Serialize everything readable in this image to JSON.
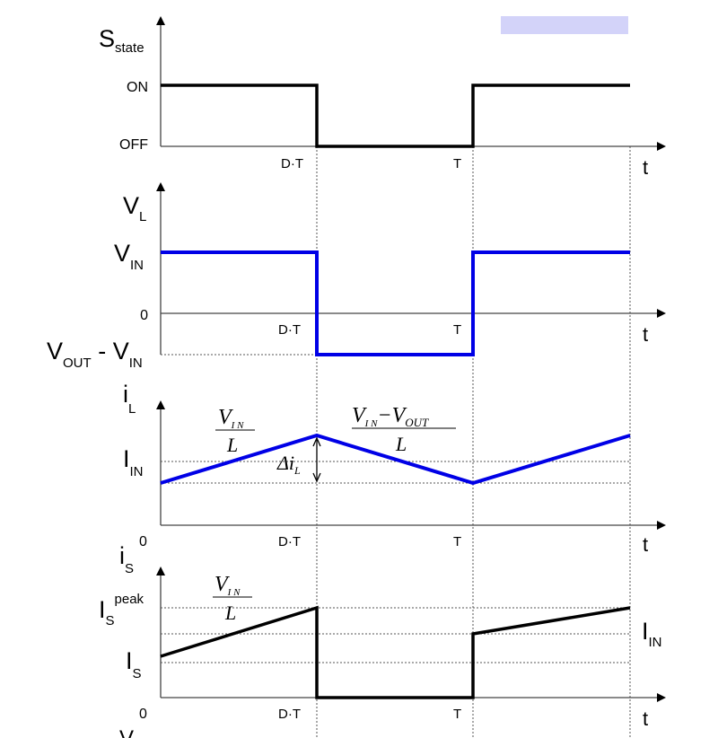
{
  "colors": {
    "switch_trace": "#000000",
    "inductor_trace": "#0000e6",
    "watermark": "#c8c8f8"
  },
  "panel_switch": {
    "y_label": "S",
    "y_label_sub": "state",
    "level_on": "ON",
    "level_off": "OFF",
    "tick_dt": "D·T",
    "tick_t": "T",
    "x_label": "t"
  },
  "panel_vl": {
    "y_label": "V",
    "y_label_sub": "L",
    "level_vin": "V",
    "level_vin_sub": "IN",
    "level_zero": "0",
    "level_neg_a": "V",
    "level_neg_a_sub": "OUT",
    "level_neg_sep": " - ",
    "level_neg_b": "V",
    "level_neg_b_sub": "IN",
    "tick_dt": "D·T",
    "tick_t": "T",
    "x_label": "t"
  },
  "panel_il": {
    "y_label": "i",
    "y_label_sub": "L",
    "level_iin": "I",
    "level_iin_sub": "IN",
    "origin": "0",
    "slope_up_num": "V",
    "slope_up_num_sub": "I N",
    "slope_up_den": "L",
    "slope_down_num_a": "V",
    "slope_down_num_a_sub": "I N",
    "slope_down_minus": "−V",
    "slope_down_num_b_sub": "OUT",
    "slope_down_den": "L",
    "ripple": "Δi",
    "ripple_sub": "L",
    "tick_dt": "D·T",
    "tick_t": "T",
    "x_label": "t"
  },
  "panel_is": {
    "y_label": "i",
    "y_label_sub": "S",
    "level_peak": "I",
    "level_peak_sub": "S",
    "level_peak_sup": "peak",
    "level_is": "I",
    "level_is_sub": "S",
    "level_iin": "I",
    "level_iin_sub": "IN",
    "origin": "0",
    "slope_num": "V",
    "slope_num_sub": "I N",
    "slope_den": "L",
    "tick_dt": "D·T",
    "tick_t": "T",
    "x_label": "t"
  },
  "next_panel": {
    "y_label_partial": "V"
  }
}
